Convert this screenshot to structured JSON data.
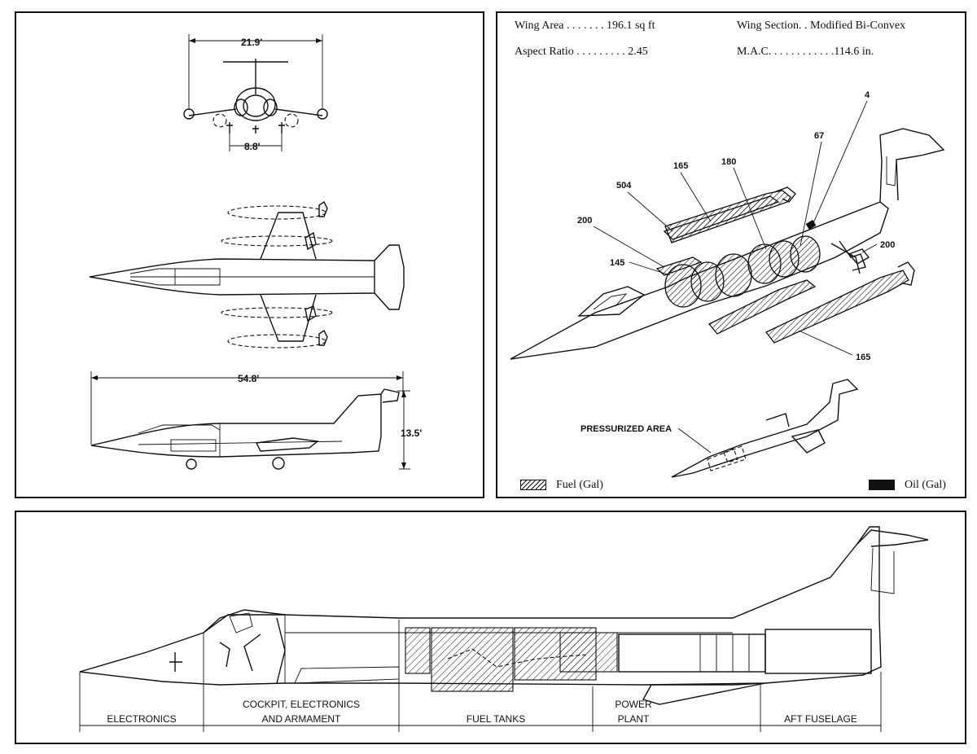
{
  "dimensions": {
    "span": "21.9'",
    "tread": "8.8'",
    "length": "54.8'",
    "height": "13.5'"
  },
  "specs": {
    "wing_area": "Wing Area . . . . . . . 196.1 sq ft",
    "wing_section": "Wing Section. . Modified Bi-Convex",
    "aspect_ratio": "Aspect Ratio . . . . . . . . . 2.45",
    "mac": "M.A.C. . . . . . . . . . . .114.6 in."
  },
  "fuel_callouts": {
    "c4": "4",
    "c67": "67",
    "c180": "180",
    "c165_top": "165",
    "c504": "504",
    "c200_left": "200",
    "c145": "145",
    "c200_right": "200",
    "c165_bottom": "165"
  },
  "pressurized_label": "PRESSURIZED AREA",
  "legend": {
    "fuel": "Fuel (Gal)",
    "oil": "Oil (Gal)"
  },
  "sections": {
    "electronics": "ELECTRONICS",
    "cockpit_line1": "COCKPIT, ELECTRONICS",
    "cockpit_line2": "AND ARMAMENT",
    "fuel_tanks": "FUEL TANKS",
    "power_line1": "POWER",
    "power_line2": "PLANT",
    "aft": "AFT FUSELAGE"
  }
}
